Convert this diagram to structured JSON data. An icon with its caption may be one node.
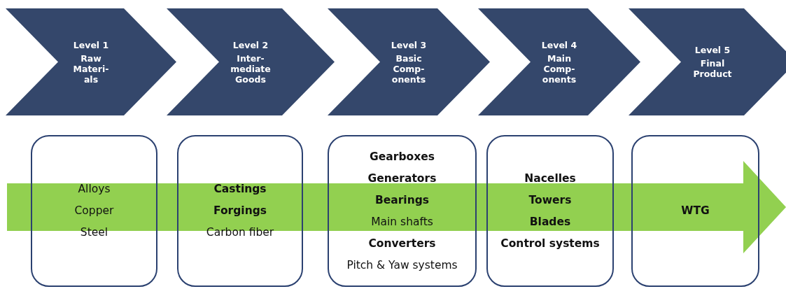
{
  "diagram": {
    "nodes": [
      {
        "text": [
          "Level 1",
          "Raw Materi- als"
        ]
      },
      {
        "text": [
          "Level 2",
          "Inter- mediate Goods"
        ]
      },
      {
        "text": [
          "Level 3",
          "Basic Comp- onents"
        ]
      },
      {
        "text": [
          "Level 4",
          "Main Comp- onents"
        ]
      },
      {
        "text": [
          "Level 5",
          "Final Product"
        ]
      },
      {
        "text": [
          "Alloys",
          "Copper",
          "Steel"
        ]
      },
      {
        "text": [
          "Castings",
          "Forgings",
          "Carbon fiber"
        ]
      },
      {
        "text": [
          "Gearboxes",
          "Generators",
          "Bearings",
          "Main shafts",
          "Converters",
          "Pitch & Yaw systems"
        ]
      },
      {
        "text": [
          "Nacelles",
          "Towers",
          "Blades",
          "Control systems"
        ]
      },
      {
        "text": [
          "WTG"
        ]
      }
    ]
  }
}
